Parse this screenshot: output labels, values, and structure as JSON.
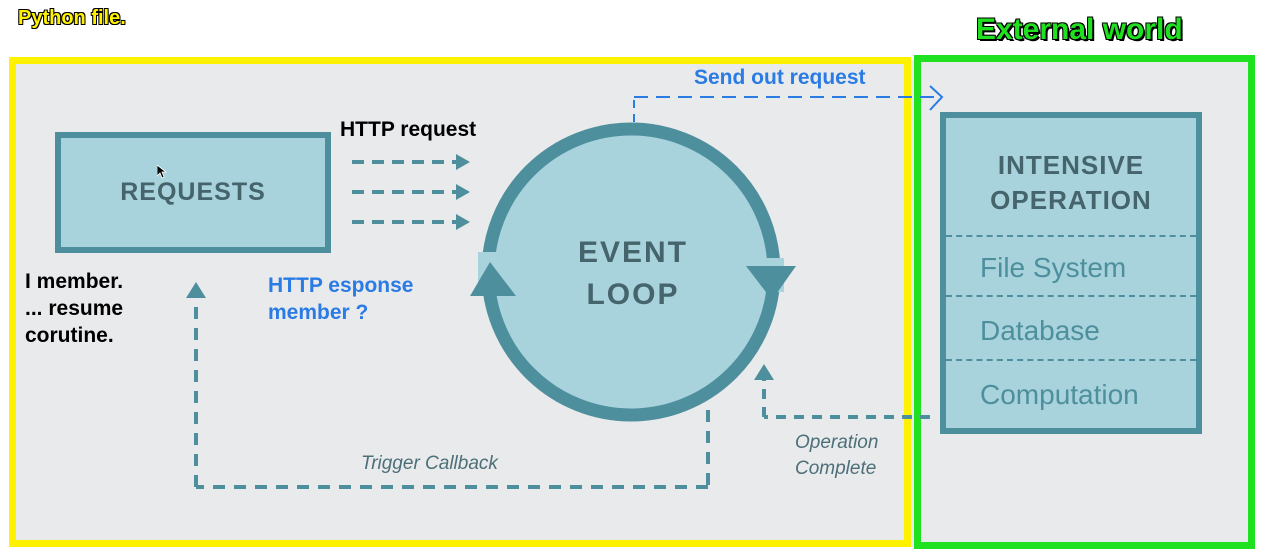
{
  "frames": {
    "python_label": "Python file.",
    "external_label": "External world"
  },
  "diagram": {
    "requests_label": "REQUESTS",
    "event_loop": [
      "EVENT",
      "LOOP"
    ],
    "intensive_title": [
      "INTENSIVE",
      "OPERATION"
    ],
    "intensive_rows": [
      "File System",
      "Database",
      "Computation"
    ],
    "trigger_callback": "Trigger Callback",
    "operation_complete": [
      "Operation",
      "Complete"
    ]
  },
  "annotations": {
    "http_request": "HTTP request",
    "send_out_request": "Send out request",
    "member_note": [
      "I member.",
      "... resume",
      "corutine."
    ],
    "http_response": [
      "HTTP esponse",
      "member ?"
    ]
  },
  "colors": {
    "python_frame": "#fff200",
    "external_frame": "#1fe11f",
    "teal_fill": "#a8d3dc",
    "teal_stroke": "#4e8f9d",
    "annotation_blue": "#2a7be4"
  }
}
